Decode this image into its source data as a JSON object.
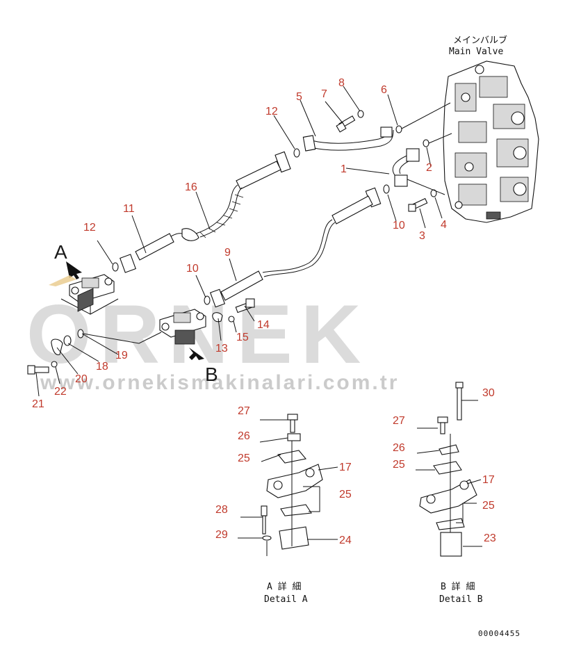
{
  "main_valve": {
    "label_jp": "メインバルブ",
    "label_en": "Main Valve"
  },
  "views": {
    "a_letter": "A",
    "b_letter": "B"
  },
  "details": {
    "a_jp": "A 詳 細",
    "a_en": "Detail A",
    "b_jp": "B 詳 細",
    "b_en": "Detail B"
  },
  "reference_number": "00004455",
  "watermark": {
    "brand": "ORNEK",
    "url": "www.ornekismakinalari.com.tr"
  },
  "callouts": {
    "c1": "1",
    "c2": "2",
    "c3": "3",
    "c4": "4",
    "c5": "5",
    "c6": "6",
    "c7": "7",
    "c8": "8",
    "c9": "9",
    "c10a": "10",
    "c10b": "10",
    "c11": "11",
    "c12a": "12",
    "c12b": "12",
    "c13": "13",
    "c14": "14",
    "c15": "15",
    "c16": "16",
    "c17a": "17",
    "c17b": "17",
    "c18": "18",
    "c19": "19",
    "c20": "20",
    "c21": "21",
    "c22": "22",
    "c23": "23",
    "c24": "24",
    "c25a": "25",
    "c25b": "25",
    "c25c": "25",
    "c25d": "25",
    "c26a": "26",
    "c26b": "26",
    "c27a": "27",
    "c27b": "27",
    "c28": "28",
    "c29": "29",
    "c30": "30"
  }
}
